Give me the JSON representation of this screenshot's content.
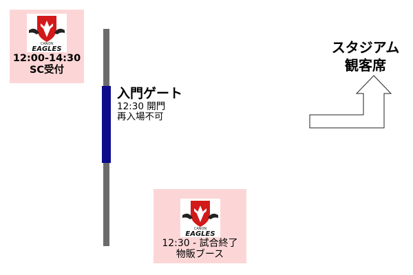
{
  "booths": [
    {
      "logo_name": "canon-eagles-logo",
      "logo_text": "EAGLES",
      "logo_small_text": "CANON",
      "line1": "12:00-14:30",
      "line2": "SC受付"
    },
    {
      "logo_name": "canon-eagles-logo",
      "logo_text": "EAGLES",
      "logo_small_text": "CANON",
      "line1": "12:30 - 試合終了",
      "line2": "物販ブース"
    }
  ],
  "gate": {
    "title": "入門ゲート",
    "time": "12:30 開門",
    "note": "再入場不可"
  },
  "stadium": {
    "line1": "スタジアム",
    "line2": "観客席"
  },
  "colors": {
    "booth_bg": "#fcd6d6",
    "fence": "#6b6b6b",
    "gate": "#0c0c8a",
    "logo_red": "#d21a1a"
  }
}
